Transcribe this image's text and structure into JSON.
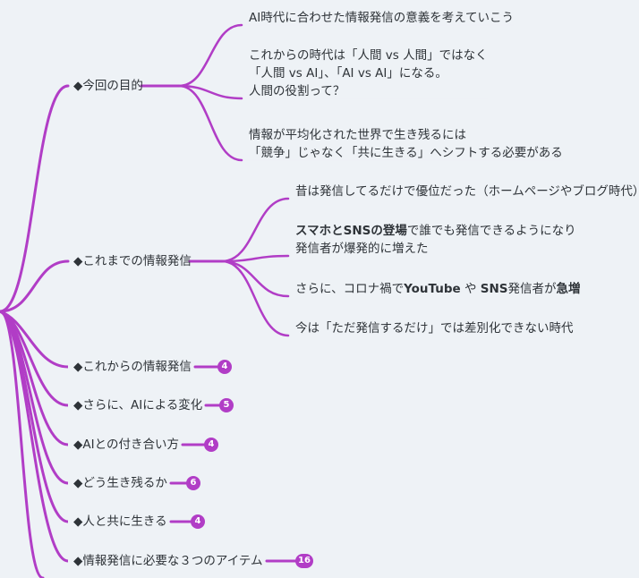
{
  "colors": {
    "branch": "#b13dc6",
    "text": "#2e3338",
    "background": "#eef2f6"
  },
  "branches": [
    {
      "label": "◆今回の目的",
      "children": [
        [
          "AI時代に合わせた情報発信の意義を考えていこう"
        ],
        [
          "これからの時代は「人間 vs 人間」ではなく",
          "「人間 vs AI」、「AI vs AI」になる。",
          "人間の役割って？"
        ],
        [
          "情報が平均化された世界で生き残るには",
          "「競争」じゃなく「共に生きる」へシフトする必要がある"
        ]
      ]
    },
    {
      "label": "◆これまでの情報発信",
      "children": [
        [
          "昔は発信してるだけで優位だった（ホームページやブログ時代）"
        ],
        [
          "<b>スマホとSNSの登場</b>で誰でも発信できるようになり",
          "発信者が爆発的に増えた"
        ],
        [
          "さらに、コロナ禍で<b>YouTube</b> や <b>SNS</b>発信者が<b>急増</b>"
        ],
        [
          "今は「ただ発信するだけ」では差別化できない時代"
        ]
      ]
    },
    {
      "label": "◆これからの情報発信",
      "count": "4"
    },
    {
      "label": "◆さらに、AIによる変化",
      "count": "5"
    },
    {
      "label": "◆AIとの付き合い方",
      "count": "4"
    },
    {
      "label": "◆どう生き残るか",
      "count": "6"
    },
    {
      "label": "◆人と共に生きる",
      "count": "4"
    },
    {
      "label": "◆情報発信に必要な３つのアイテム",
      "count": "16"
    }
  ]
}
